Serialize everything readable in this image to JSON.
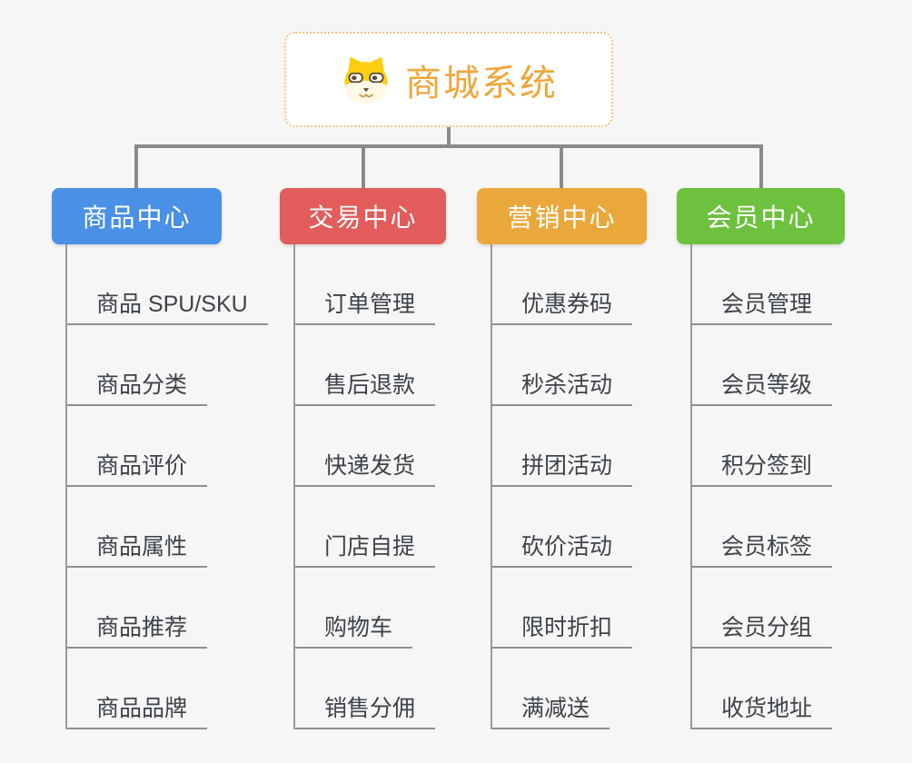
{
  "root": {
    "title": "商城系统",
    "icon": "dog-face-icon"
  },
  "branches": [
    {
      "label": "商品中心",
      "color": "#4a90e6",
      "items": [
        "商品 SPU/SKU",
        "商品分类",
        "商品评价",
        "商品属性",
        "商品推荐",
        "商品品牌"
      ]
    },
    {
      "label": "交易中心",
      "color": "#e25c5c",
      "items": [
        "订单管理",
        "售后退款",
        "快递发货",
        "门店自提",
        "购物车",
        "销售分佣"
      ]
    },
    {
      "label": "营销中心",
      "color": "#eaa83c",
      "items": [
        "优惠券码",
        "秒杀活动",
        "拼团活动",
        "砍价活动",
        "限时折扣",
        "满减送"
      ]
    },
    {
      "label": "会员中心",
      "color": "#6ec13e",
      "items": [
        "会员管理",
        "会员等级",
        "积分签到",
        "会员标签",
        "会员分组",
        "收货地址"
      ]
    }
  ],
  "colors": {
    "background": "#f5f6f5",
    "connector": "#8a8a8a",
    "underline": "#8f8f8f",
    "root_border": "#f2c27c",
    "root_text": "#f0a63a",
    "item_text": "#3e434a",
    "branch_text": "#ffffff"
  }
}
